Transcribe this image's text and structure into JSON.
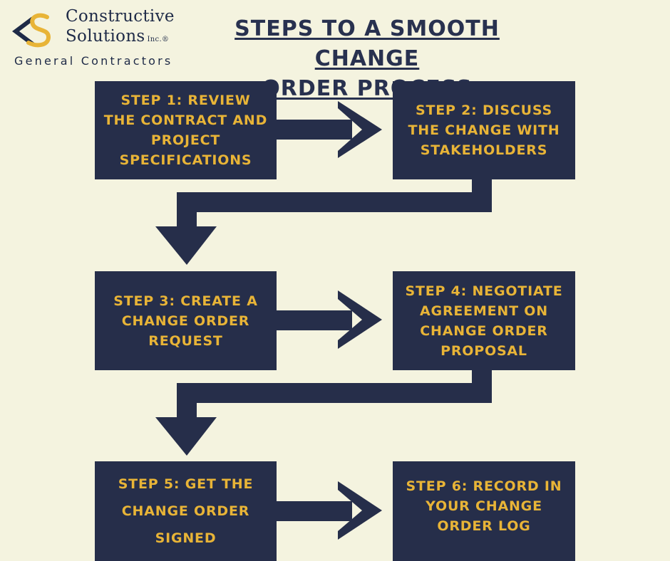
{
  "brand": {
    "name_line1": "Constructive",
    "name_line2": "Solutions",
    "suffix": "Inc.®",
    "tagline": "General Contractors"
  },
  "title": {
    "line1": "STEPS TO A SMOOTH CHANGE",
    "line2": "ORDER PROCESS"
  },
  "steps": [
    {
      "label": "STEP 1: REVIEW THE CONTRACT AND PROJECT SPECIFICATIONS"
    },
    {
      "label": "STEP 2: DISCUSS THE CHANGE WITH STAKEHOLDERS"
    },
    {
      "label": "STEP 3: CREATE A CHANGE ORDER REQUEST"
    },
    {
      "label": "STEP 4: NEGOTIATE AGREEMENT ON CHANGE ORDER PROPOSAL"
    },
    {
      "label": "STEP 5: GET THE CHANGE ORDER SIGNED"
    },
    {
      "label": "STEP 6: RECORD IN YOUR CHANGE ORDER LOG"
    }
  ],
  "colors": {
    "background": "#f4f3df",
    "box": "#262e4a",
    "step_text": "#e8b437",
    "logo_gold": "#e8b437"
  }
}
